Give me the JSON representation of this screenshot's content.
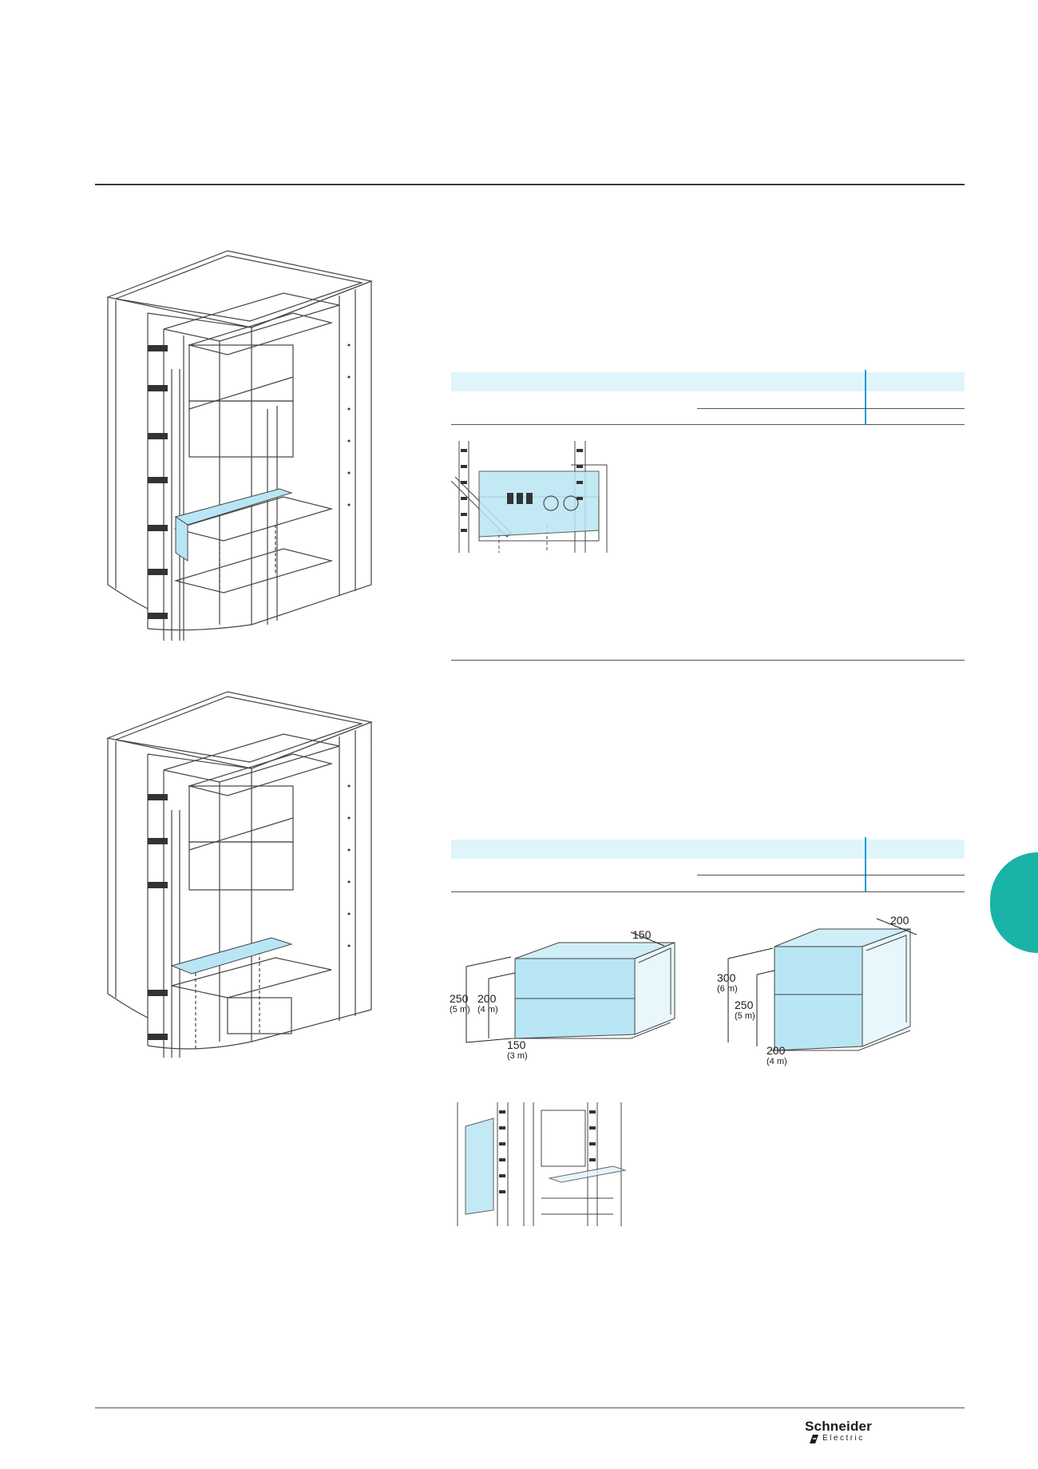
{
  "colors": {
    "accent_teal": "#1ab3a8",
    "table_band": "#dff4fb",
    "table_separator": "#1e9bd7",
    "part_highlight": "#b9e6f4"
  },
  "brand": {
    "name": "Schneider",
    "sub": "Electric"
  },
  "dimensions_left": {
    "top": "150",
    "h1": "250",
    "h1_sub": "(5 m)",
    "h2": "200",
    "h2_sub": "(4 m)",
    "bottom": "150",
    "bottom_sub": "(3 m)"
  },
  "dimensions_right": {
    "top": "200",
    "h1": "300",
    "h1_sub": "(6 m)",
    "h2": "250",
    "h2_sub": "(5 m)",
    "bottom": "200",
    "bottom_sub": "(4 m)"
  }
}
